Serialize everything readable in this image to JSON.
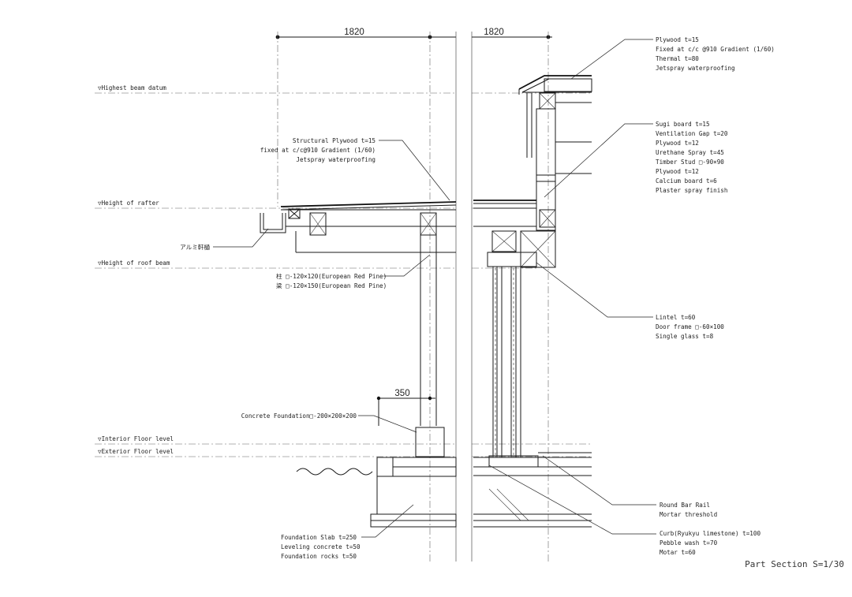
{
  "dimensions": {
    "left_span": "1820",
    "right_span": "1820",
    "foundation_width": "350"
  },
  "levels": {
    "highest_beam": "▽Highest beam datum",
    "rafter": "▽Height of rafter",
    "roof_beam": "▽Height of roof beam",
    "interior_floor": "▽Interior Floor level",
    "exterior_floor": "▽Exterior Floor level"
  },
  "notes": {
    "roof_top": [
      "Plywood   t=15",
      "Fixed at c/c   @910 Gradient (1/60)",
      "Thermal  t=80",
      "Jetspray waterproofing"
    ],
    "wall": [
      "Sugi board      t=15",
      "Ventilation Gap  t=20",
      "Plywood          t=12",
      "Urethane Spray   t=45",
      "Timber Stud   □-90×90",
      "Plywood          t=12",
      "Calcium board    t=6",
      "Plaster spray finish"
    ],
    "structural_plywood": [
      "Structural Plywood t=15",
      "fixed at c/c@910 Gradient (1/60)",
      "Jetspray waterproofing"
    ],
    "gutter": "アルミ軒樋",
    "column_beam": [
      "柱  □-120×120(European Red Pine)",
      "梁  □-120×150(European Red Pine)"
    ],
    "lintel": [
      "Lintel                    t=60",
      "Door frame □-60×100",
      "Single glass      t=8"
    ],
    "concrete_foundation": "Concrete Foundation□-200×200×200",
    "round_bar": [
      "Round Bar Rail",
      "Mortar threshold"
    ],
    "curb": [
      "Curb(Ryukyu limestone) t=100",
      "Pebble wash  t=70",
      "Motar  t=60"
    ],
    "foundation_slab": [
      "Foundation Slab  t=250",
      "Leveling concrete  t=50",
      "Foundation rocks   t=50"
    ]
  },
  "scale_label": "Part Section  S=1/30"
}
